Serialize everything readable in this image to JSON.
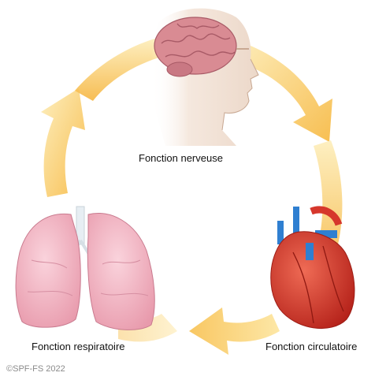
{
  "labels": {
    "nervous": "Fonction nerveuse",
    "respiratory": "Fonction respiratoire",
    "circulatory": "Fonction circulatoire"
  },
  "copyright": "©SPF-FS 2022",
  "icons": {
    "top": "head-brain-icon",
    "left": "lungs-icon",
    "right": "heart-icon"
  },
  "colors": {
    "arrow_light": "#fde7a8",
    "arrow_dark": "#f7bb48",
    "brain": "#d98b93",
    "lungs": "#f2b6c4",
    "heart_red": "#d6372c",
    "heart_blue": "#2f7fd1",
    "skin": "#f3e4d9"
  }
}
